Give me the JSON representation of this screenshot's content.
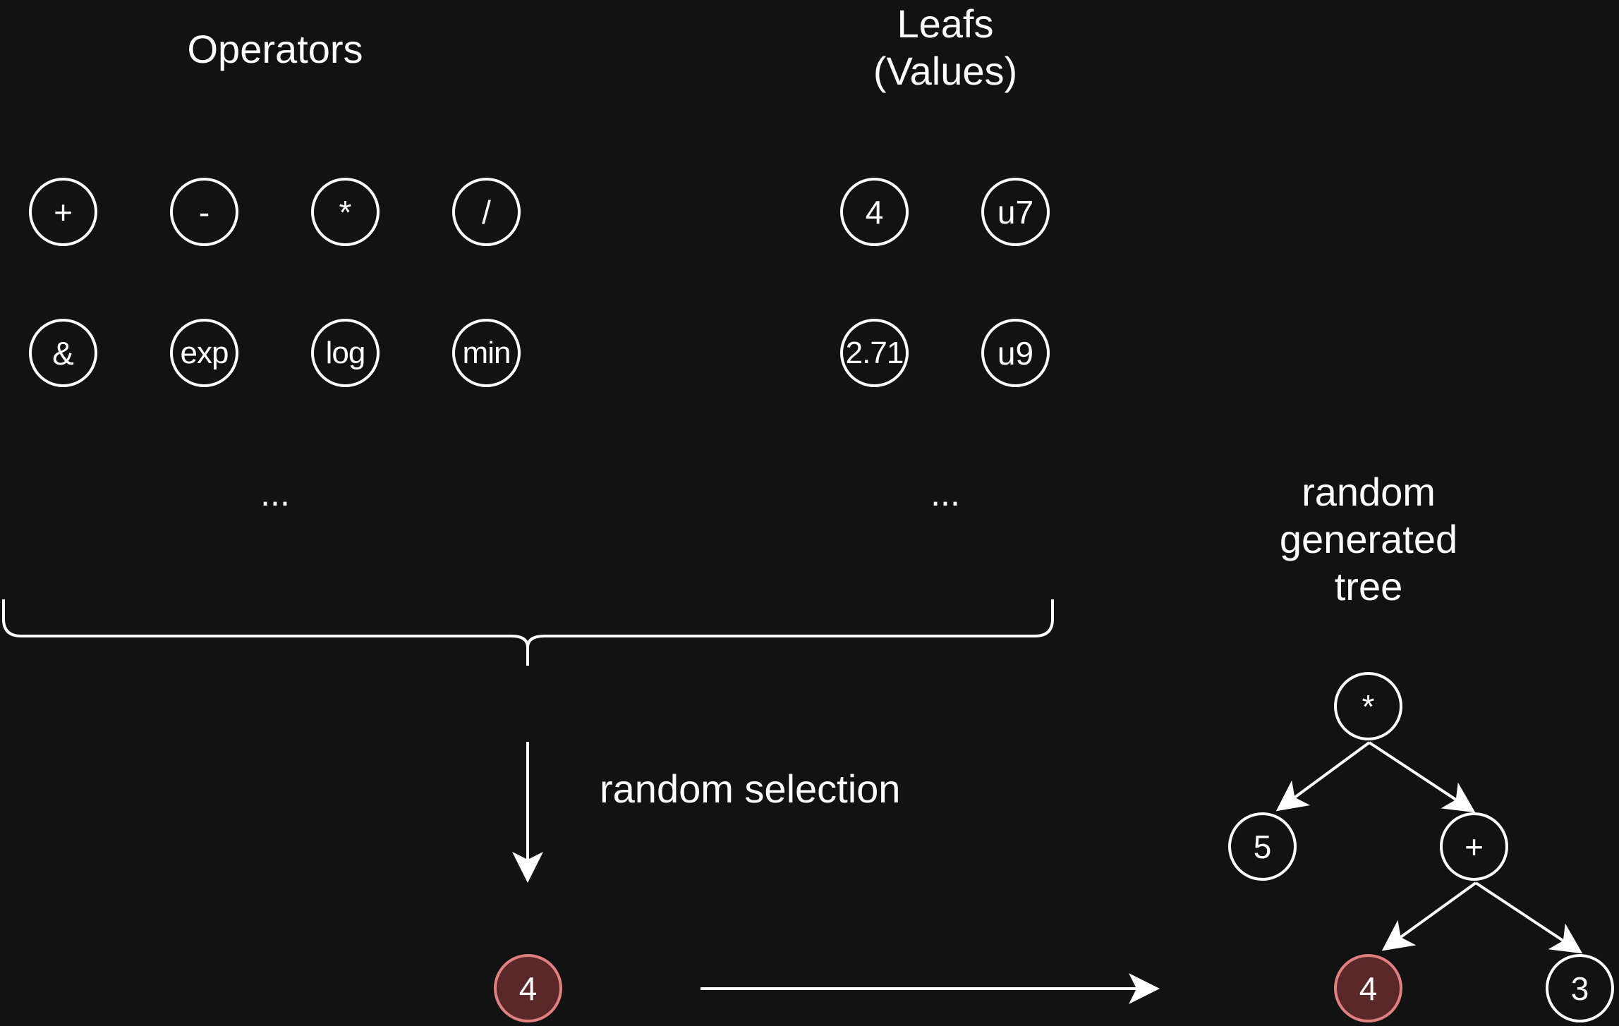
{
  "headings": {
    "operators": "Operators",
    "leafs_line1": "Leafs",
    "leafs_line2": "(Values)",
    "tree_line1": "random",
    "tree_line2": "generated",
    "tree_line3": "tree",
    "selection": "random selection"
  },
  "operators": [
    "+",
    "-",
    "*",
    "/",
    "&",
    "exp",
    "log",
    "min"
  ],
  "leafs": [
    "4",
    "u7",
    "2.71",
    "u9"
  ],
  "ellipsis": "...",
  "selected_leaf": "4",
  "tree": {
    "root": "*",
    "left": "5",
    "right": "+",
    "right_left": "4",
    "right_right": "3"
  },
  "colors": {
    "background": "#121212",
    "stroke": "#ffffff",
    "highlight_fill": "#5a2828",
    "highlight_stroke": "#e07f7f"
  }
}
